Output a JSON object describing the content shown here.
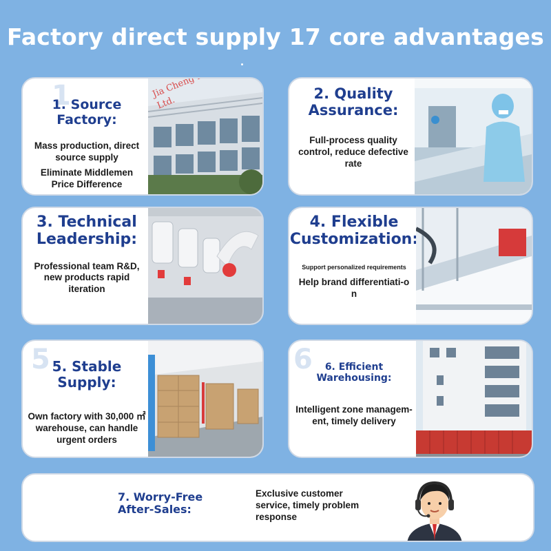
{
  "title": "Factory direct supply 17 core advantages",
  "cards": [
    {
      "heading": "1. Source Factory:",
      "lines": [
        "Mass production, direct source supply",
        "Eliminate Middlemen Price Difference"
      ],
      "watermark": "Jia Cheng Hotel Supplies Co., Ltd.",
      "ghost_number": "1"
    },
    {
      "heading": "2. Quality Assurance:",
      "lines": [
        "Full-process quality control, reduce defective rate"
      ]
    },
    {
      "heading": "3. Technical Leadership:",
      "lines": [
        "Professional team R&D, new products rapid iteration"
      ]
    },
    {
      "heading": "4. Flexible Customization:",
      "lines": [
        "Support personalized requirements",
        "Help brand differentiati-on"
      ]
    },
    {
      "heading": "5. Stable Supply:",
      "lines": [
        "Own factory with 30,000 ㎡ warehouse, can handle urgent orders"
      ],
      "ghost_number": "5"
    },
    {
      "heading": "6. Efficient Warehousing:",
      "lines": [
        "Intelligent zone managem-ent, timely delivery"
      ],
      "ghost_number": "6"
    },
    {
      "heading": "7. Worry-Free After-Sales:",
      "lines": [
        "Exclusive customer service, timely problem response"
      ]
    }
  ],
  "icons": [
    "factory-building-photo",
    "quality-lab-photo",
    "robot-arm-photo",
    "conveyor-photo",
    "warehouse-photo",
    "building-container-photo",
    "customer-service-agent-icon"
  ],
  "colors": {
    "background": "#7fb2e3",
    "heading": "#1f3e8f",
    "card": "#ffffff"
  }
}
